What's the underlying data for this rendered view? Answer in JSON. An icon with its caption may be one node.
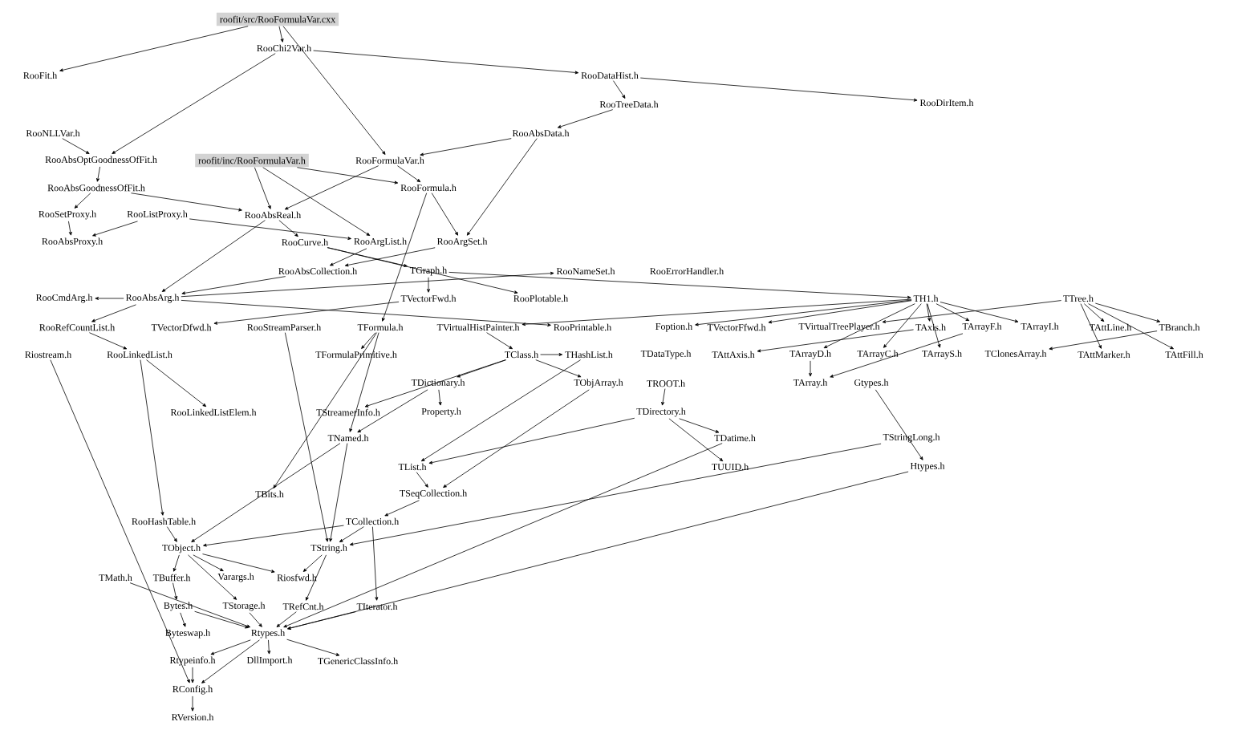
{
  "diagram": {
    "nodes": [
      {
        "text": [
          "roofit/src/RooFormulaVar.cxx"
        ]
      },
      {
        "text": [
          "RooChi2Var.h"
        ]
      },
      {
        "text": [
          "RooFit.h"
        ]
      },
      {
        "text": [
          "RooDataHist.h"
        ]
      },
      {
        "text": [
          "RooDirItem.h"
        ]
      },
      {
        "text": [
          "RooTreeData.h"
        ]
      },
      {
        "text": [
          "RooNLLVar.h"
        ]
      },
      {
        "text": [
          "RooAbsData.h"
        ]
      },
      {
        "text": [
          "RooAbsOptGoodnessOfFit.h"
        ]
      },
      {
        "text": [
          "roofit/inc/RooFormulaVar.h"
        ]
      },
      {
        "text": [
          "RooFormulaVar.h"
        ]
      },
      {
        "text": [
          "RooAbsGoodnessOfFit.h"
        ]
      },
      {
        "text": [
          "RooFormula.h"
        ]
      },
      {
        "text": [
          "RooSetProxy.h"
        ]
      },
      {
        "text": [
          "RooListProxy.h"
        ]
      },
      {
        "text": [
          "RooAbsReal.h"
        ]
      },
      {
        "text": [
          "RooAbsProxy.h"
        ]
      },
      {
        "text": [
          "RooCurve.h"
        ]
      },
      {
        "text": [
          "RooArgList.h"
        ]
      },
      {
        "text": [
          "RooArgSet.h"
        ]
      },
      {
        "text": [
          "RooAbsCollection.h"
        ]
      },
      {
        "text": [
          "TGraph.h"
        ]
      },
      {
        "text": [
          "RooNameSet.h"
        ]
      },
      {
        "text": [
          "RooErrorHandler.h"
        ]
      },
      {
        "text": [
          "RooCmdArg.h"
        ]
      },
      {
        "text": [
          "RooAbsArg.h"
        ]
      },
      {
        "text": [
          "TVectorFwd.h"
        ]
      },
      {
        "text": [
          "RooPlotable.h"
        ]
      },
      {
        "text": [
          "TH1.h"
        ]
      },
      {
        "text": [
          "TTree.h"
        ]
      },
      {
        "text": [
          "RooRefCountList.h"
        ]
      },
      {
        "text": [
          "TVectorDfwd.h"
        ]
      },
      {
        "text": [
          "RooStreamParser.h"
        ]
      },
      {
        "text": [
          "TFormula.h"
        ]
      },
      {
        "text": [
          "TVirtualHistPainter.h"
        ]
      },
      {
        "text": [
          "RooPrintable.h"
        ]
      },
      {
        "text": [
          "Foption.h"
        ]
      },
      {
        "text": [
          "TVectorFfwd.h"
        ]
      },
      {
        "text": [
          "TVirtualTreePlayer.h"
        ]
      },
      {
        "text": [
          "TAxis.h"
        ]
      },
      {
        "text": [
          "TArrayF.h"
        ]
      },
      {
        "text": [
          "TArrayI.h"
        ]
      },
      {
        "text": [
          "TAttLine.h"
        ]
      },
      {
        "text": [
          "TBranch.h"
        ]
      },
      {
        "text": [
          "Riostream.h"
        ]
      },
      {
        "text": [
          "RooLinkedList.h"
        ]
      },
      {
        "text": [
          "TFormulaPrimitive.h"
        ]
      },
      {
        "text": [
          "TClass.h"
        ]
      },
      {
        "text": [
          "THashList.h"
        ]
      },
      {
        "text": [
          "TDataType.h"
        ]
      },
      {
        "text": [
          "TAttAxis.h"
        ]
      },
      {
        "text": [
          "TArrayD.h"
        ]
      },
      {
        "text": [
          "TArrayC.h"
        ]
      },
      {
        "text": [
          "TArrayS.h"
        ]
      },
      {
        "text": [
          "TClonesArray.h"
        ]
      },
      {
        "text": [
          "TAttMarker.h"
        ]
      },
      {
        "text": [
          "TAttFill.h"
        ]
      },
      {
        "text": [
          "TDictionary.h"
        ]
      },
      {
        "text": [
          "TObjArray.h"
        ]
      },
      {
        "text": [
          "TROOT.h"
        ]
      },
      {
        "text": [
          "TArray.h"
        ]
      },
      {
        "text": [
          "Gtypes.h"
        ]
      },
      {
        "text": [
          "RooLinkedListElem.h"
        ]
      },
      {
        "text": [
          "TStreamerInfo.h"
        ]
      },
      {
        "text": [
          "Property.h"
        ]
      },
      {
        "text": [
          "TDirectory.h"
        ]
      },
      {
        "text": [
          "TNamed.h"
        ]
      },
      {
        "text": [
          "TDatime.h"
        ]
      },
      {
        "text": [
          "TStringLong.h"
        ]
      },
      {
        "text": [
          "TList.h"
        ]
      },
      {
        "text": [
          "TUUID.h"
        ]
      },
      {
        "text": [
          "Htypes.h"
        ]
      },
      {
        "text": [
          "TBits.h"
        ]
      },
      {
        "text": [
          "TSeqCollection.h"
        ]
      },
      {
        "text": [
          "RooHashTable.h"
        ]
      },
      {
        "text": [
          "TCollection.h"
        ]
      },
      {
        "text": [
          "TObject.h"
        ]
      },
      {
        "text": [
          "TString.h"
        ]
      },
      {
        "text": [
          "TMath.h"
        ]
      },
      {
        "text": [
          "TBuffer.h"
        ]
      },
      {
        "text": [
          "Varargs.h"
        ]
      },
      {
        "text": [
          "Riosfwd.h"
        ]
      },
      {
        "text": [
          "Bytes.h"
        ]
      },
      {
        "text": [
          "TStorage.h"
        ]
      },
      {
        "text": [
          "TRefCnt.h"
        ]
      },
      {
        "text": [
          "TIterator.h"
        ]
      },
      {
        "text": [
          "Byteswap.h"
        ]
      },
      {
        "text": [
          "Rtypes.h"
        ]
      },
      {
        "text": [
          "Rtypeinfo.h"
        ]
      },
      {
        "text": [
          "DllImport.h"
        ]
      },
      {
        "text": [
          "TGenericClassInfo.h"
        ]
      },
      {
        "text": [
          "RConfig.h"
        ]
      },
      {
        "text": [
          "RVersion.h"
        ]
      }
    ],
    "edges": [
      {
        "from": 0,
        "to": 1,
        "arrow": "to"
      },
      {
        "from": 0,
        "to": 2,
        "arrow": "to"
      },
      {
        "from": 0,
        "to": 10,
        "arrow": "to"
      },
      {
        "from": 1,
        "to": 3,
        "arrow": "to"
      },
      {
        "from": 1,
        "to": 8,
        "arrow": "to"
      },
      {
        "from": 3,
        "to": 4,
        "arrow": "to"
      },
      {
        "from": 3,
        "to": 5,
        "arrow": "to"
      },
      {
        "from": 5,
        "to": 7,
        "arrow": "to"
      },
      {
        "from": 7,
        "to": 19,
        "arrow": "to"
      },
      {
        "from": 7,
        "to": 10,
        "arrow": "to"
      },
      {
        "from": 6,
        "to": 8,
        "arrow": "to"
      },
      {
        "from": 8,
        "to": 11,
        "arrow": "to"
      },
      {
        "from": 9,
        "to": 15,
        "arrow": "to"
      },
      {
        "from": 9,
        "to": 12,
        "arrow": "to"
      },
      {
        "from": 9,
        "to": 18,
        "arrow": "to"
      },
      {
        "from": 10,
        "to": 12,
        "arrow": "to"
      },
      {
        "from": 10,
        "to": 15,
        "arrow": "to"
      },
      {
        "from": 12,
        "to": 19,
        "arrow": "to"
      },
      {
        "from": 12,
        "to": 33,
        "arrow": "to"
      },
      {
        "from": 11,
        "to": 13,
        "arrow": "to"
      },
      {
        "from": 11,
        "to": 15,
        "arrow": "to"
      },
      {
        "from": 13,
        "to": 16,
        "arrow": "to"
      },
      {
        "from": 14,
        "to": 18,
        "arrow": "to"
      },
      {
        "from": 14,
        "to": 16,
        "arrow": "to"
      },
      {
        "from": 15,
        "to": 25,
        "arrow": "to"
      },
      {
        "from": 15,
        "to": 17,
        "arrow": "to"
      },
      {
        "from": 17,
        "to": 21,
        "arrow": "to"
      },
      {
        "from": 18,
        "to": 20,
        "arrow": "to"
      },
      {
        "from": 19,
        "to": 20,
        "arrow": "to"
      },
      {
        "from": 20,
        "to": 25,
        "arrow": "to"
      },
      {
        "from": 25,
        "to": 30,
        "arrow": "to"
      },
      {
        "from": 25,
        "to": 24,
        "arrow": "to"
      },
      {
        "from": 25,
        "to": 22,
        "arrow": "to"
      },
      {
        "from": 25,
        "to": 35,
        "arrow": "to"
      },
      {
        "from": 21,
        "to": 26,
        "arrow": "to"
      },
      {
        "from": 21,
        "to": 28,
        "arrow": "to"
      },
      {
        "from": 17,
        "to": 27,
        "arrow": "to"
      },
      {
        "from": 26,
        "to": 31,
        "arrow": "to"
      },
      {
        "from": 28,
        "to": 34,
        "arrow": "to"
      },
      {
        "from": 28,
        "to": 36,
        "arrow": "to"
      },
      {
        "from": 28,
        "to": 37,
        "arrow": "to"
      },
      {
        "from": 28,
        "to": 39,
        "arrow": "to"
      },
      {
        "from": 28,
        "to": 40,
        "arrow": "to"
      },
      {
        "from": 28,
        "to": 41,
        "arrow": "to"
      },
      {
        "from": 28,
        "to": 51,
        "arrow": "to"
      },
      {
        "from": 28,
        "to": 52,
        "arrow": "to"
      },
      {
        "from": 28,
        "to": 53,
        "arrow": "to"
      },
      {
        "from": 29,
        "to": 38,
        "arrow": "to"
      },
      {
        "from": 29,
        "to": 42,
        "arrow": "to"
      },
      {
        "from": 29,
        "to": 43,
        "arrow": "to"
      },
      {
        "from": 29,
        "to": 55,
        "arrow": "to"
      },
      {
        "from": 29,
        "to": 56,
        "arrow": "to"
      },
      {
        "from": 43,
        "to": 54,
        "arrow": "to"
      },
      {
        "from": 39,
        "to": 50,
        "arrow": "to"
      },
      {
        "from": 40,
        "to": 60,
        "arrow": "to"
      },
      {
        "from": 51,
        "to": 60,
        "arrow": "to"
      },
      {
        "from": 30,
        "to": 45,
        "arrow": "to"
      },
      {
        "from": 45,
        "to": 62,
        "arrow": "to"
      },
      {
        "from": 45,
        "to": 74,
        "arrow": "to"
      },
      {
        "from": 74,
        "to": 76,
        "arrow": "to"
      },
      {
        "from": 32,
        "to": 77,
        "arrow": "to"
      },
      {
        "from": 33,
        "to": 46,
        "arrow": "to"
      },
      {
        "from": 33,
        "to": 66,
        "arrow": "to"
      },
      {
        "from": 33,
        "to": 72,
        "arrow": "to"
      },
      {
        "from": 34,
        "to": 47,
        "arrow": "to"
      },
      {
        "from": 47,
        "to": 57,
        "arrow": "to"
      },
      {
        "from": 47,
        "to": 48,
        "arrow": "to"
      },
      {
        "from": 47,
        "to": 58,
        "arrow": "to"
      },
      {
        "from": 47,
        "to": 63,
        "arrow": "to"
      },
      {
        "from": 57,
        "to": 64,
        "arrow": "to"
      },
      {
        "from": 57,
        "to": 66,
        "arrow": "to"
      },
      {
        "from": 48,
        "to": 69,
        "arrow": "to"
      },
      {
        "from": 58,
        "to": 73,
        "arrow": "to"
      },
      {
        "from": 59,
        "to": 65,
        "arrow": "to"
      },
      {
        "from": 65,
        "to": 67,
        "arrow": "to"
      },
      {
        "from": 65,
        "to": 70,
        "arrow": "to"
      },
      {
        "from": 65,
        "to": 69,
        "arrow": "to"
      },
      {
        "from": 69,
        "to": 73,
        "arrow": "to"
      },
      {
        "from": 73,
        "to": 75,
        "arrow": "to"
      },
      {
        "from": 75,
        "to": 76,
        "arrow": "to"
      },
      {
        "from": 75,
        "to": 77,
        "arrow": "to"
      },
      {
        "from": 75,
        "to": 85,
        "arrow": "to"
      },
      {
        "from": 66,
        "to": 76,
        "arrow": "to"
      },
      {
        "from": 66,
        "to": 77,
        "arrow": "to"
      },
      {
        "from": 76,
        "to": 79,
        "arrow": "to"
      },
      {
        "from": 76,
        "to": 80,
        "arrow": "to"
      },
      {
        "from": 76,
        "to": 81,
        "arrow": "to"
      },
      {
        "from": 76,
        "to": 83,
        "arrow": "to"
      },
      {
        "from": 77,
        "to": 84,
        "arrow": "to"
      },
      {
        "from": 77,
        "to": 81,
        "arrow": "to"
      },
      {
        "from": 78,
        "to": 87,
        "arrow": "to"
      },
      {
        "from": 79,
        "to": 82,
        "arrow": "to"
      },
      {
        "from": 82,
        "to": 86,
        "arrow": "to"
      },
      {
        "from": 82,
        "to": 87,
        "arrow": "to"
      },
      {
        "from": 83,
        "to": 87,
        "arrow": "to"
      },
      {
        "from": 84,
        "to": 87,
        "arrow": "to"
      },
      {
        "from": 85,
        "to": 87,
        "arrow": "to"
      },
      {
        "from": 87,
        "to": 88,
        "arrow": "to"
      },
      {
        "from": 87,
        "to": 89,
        "arrow": "to"
      },
      {
        "from": 87,
        "to": 90,
        "arrow": "to"
      },
      {
        "from": 87,
        "to": 91,
        "arrow": "to"
      },
      {
        "from": 88,
        "to": 91,
        "arrow": "to"
      },
      {
        "from": 91,
        "to": 92,
        "arrow": "to"
      },
      {
        "from": 44,
        "to": 91,
        "arrow": "to"
      },
      {
        "from": 61,
        "to": 71,
        "arrow": "to"
      },
      {
        "from": 68,
        "to": 77,
        "arrow": "to"
      },
      {
        "from": 71,
        "to": 87,
        "arrow": "to"
      },
      {
        "from": 67,
        "to": 87,
        "arrow": "to"
      }
    ]
  }
}
